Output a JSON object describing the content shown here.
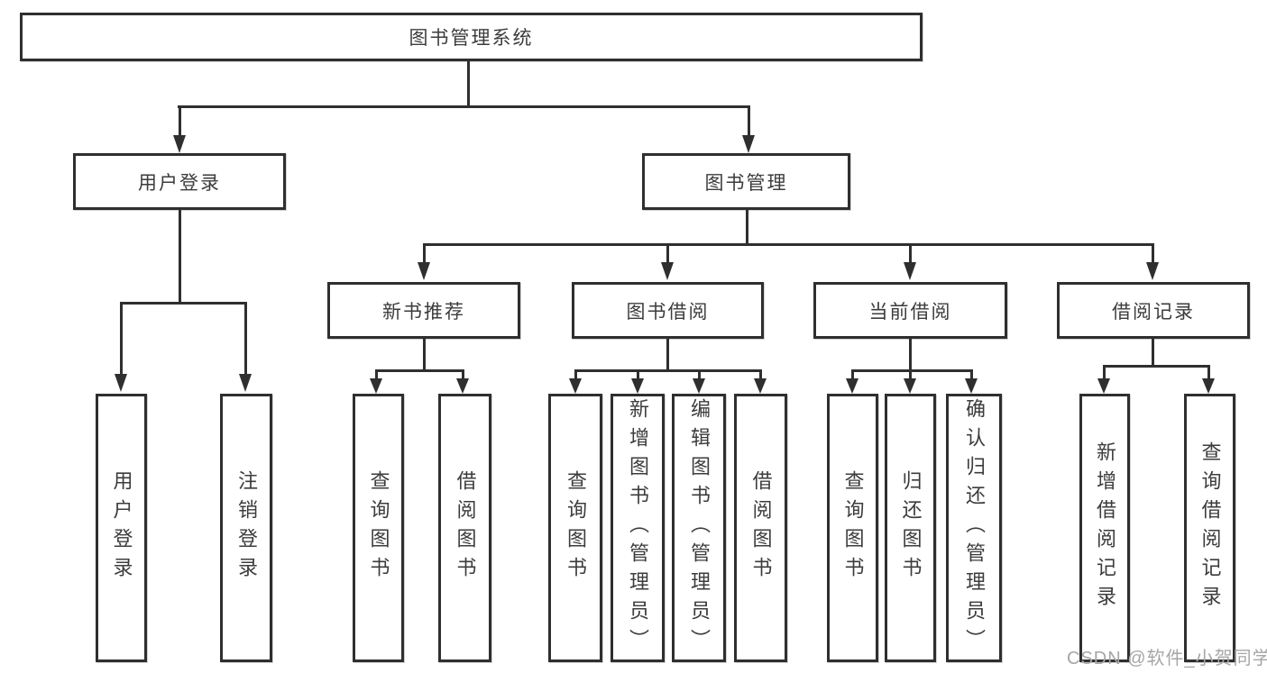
{
  "colors": {
    "line": "#2f2f2f",
    "text": "#3c3c3c",
    "watermark_text": "#a6a6a6",
    "background": "#ffffff"
  },
  "root": {
    "label": "图书管理系统"
  },
  "modules": {
    "user_login": {
      "label": "用户登录"
    },
    "book_management": {
      "label": "图书管理"
    }
  },
  "submodules": {
    "new_book_recommend": {
      "label": "新书推荐"
    },
    "book_borrow": {
      "label": "图书借阅"
    },
    "current_borrow": {
      "label": "当前借阅"
    },
    "borrow_records": {
      "label": "借阅记录"
    }
  },
  "functions": {
    "login": {
      "label": "用户登录"
    },
    "logout": {
      "label": "注销登录"
    },
    "rec_query_books": {
      "label": "查询图书"
    },
    "rec_borrow_books": {
      "label": "借阅图书"
    },
    "bb_query_books": {
      "label": "查询图书"
    },
    "bb_add_books": {
      "label": "新增图书（管理员）"
    },
    "bb_edit_books": {
      "label": "编辑图书（管理员）"
    },
    "bb_borrow_books": {
      "label": "借阅图书"
    },
    "cb_query_books": {
      "label": "查询图书"
    },
    "cb_return_books": {
      "label": "归还图书"
    },
    "cb_confirm_return": {
      "label": "确认归还（管理员）"
    },
    "br_add_record": {
      "label": "新增借阅记录"
    },
    "br_query_record": {
      "label": "查询借阅记录"
    }
  },
  "watermark": {
    "text": "CSDN @软件_小贺同学"
  }
}
